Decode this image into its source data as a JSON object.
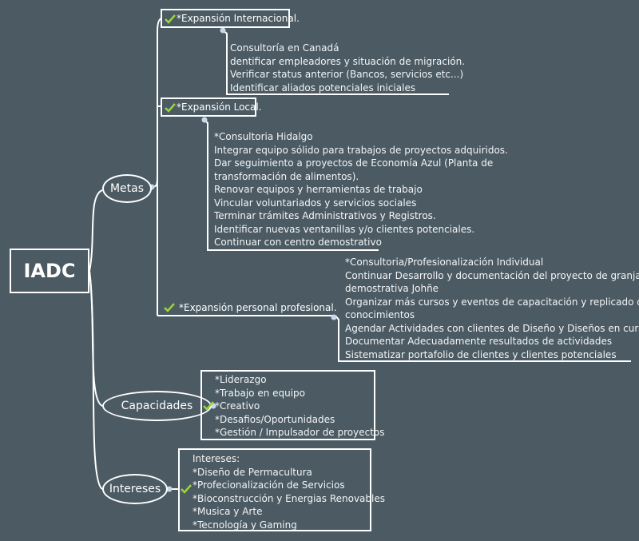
{
  "root": {
    "label": "IADC"
  },
  "branches": [
    {
      "id": "metas",
      "label": "Metas"
    },
    {
      "id": "capacidades",
      "label": "Capacidades"
    },
    {
      "id": "intereses",
      "label": "Intereses"
    }
  ],
  "metas": {
    "internacional": {
      "title": "*Expansión Internacional.",
      "items": [
        " Consultoría en Canadá",
        "dentificar empleadores y situación de migración.",
        "Verificar status anterior (Bancos, servicios etc...)",
        "Identificar aliados potenciales iniciales"
      ]
    },
    "local": {
      "title": "*Expansión Local.",
      "items": [
        "*Consultoria Hidalgo",
        "Integrar equipo sólido para trabajos de proyectos adquiridos.",
        "Dar seguimiento a proyectos de Economía Azul (Planta de",
        "transformación de alimentos).",
        "Renovar equipos y herramientas de trabajo",
        "Vincular voluntariados y servicios sociales",
        "Terminar trámites Administrativos y Registros.",
        "Identificar nuevas ventanillas y/o clientes potenciales.",
        "Continuar con centro demostrativo"
      ]
    },
    "personal": {
      "title": "*Expansión personal profesional.",
      "items": [
        "*Consultoria/Profesionalización Individual",
        "Continuar Desarrollo y documentación del proyecto de granja",
        "demostrativa Johñe",
        "Organizar más cursos y eventos de capacitación y replicado de",
        "conocimientos",
        "Agendar Actividades con clientes de Diseño y Diseños en curso.",
        "Documentar Adecuadamente resultados de actividades",
        "Sistematizar portafolio de clientes y clientes potenciales"
      ]
    }
  },
  "capacidades": {
    "items": [
      "*Liderazgo",
      "*Trabajo en equipo",
      "*Creativo",
      "*Desafios/Oportunidades",
      "*Gestión / Impulsador de proyectos"
    ]
  },
  "intereses": {
    "items": [
      "Intereses:",
      "*Diseño de Permacultura",
      "*Profecionalización de Servicios",
      "*Bioconstrucción y Energias Renovables",
      "*Musica y Arte",
      "*Tecnología y Gaming"
    ]
  },
  "colors": {
    "background": "#4b5a63",
    "line": "#ffffff",
    "check": "#9bd43a",
    "connector_dot": "#c9d8ea"
  }
}
